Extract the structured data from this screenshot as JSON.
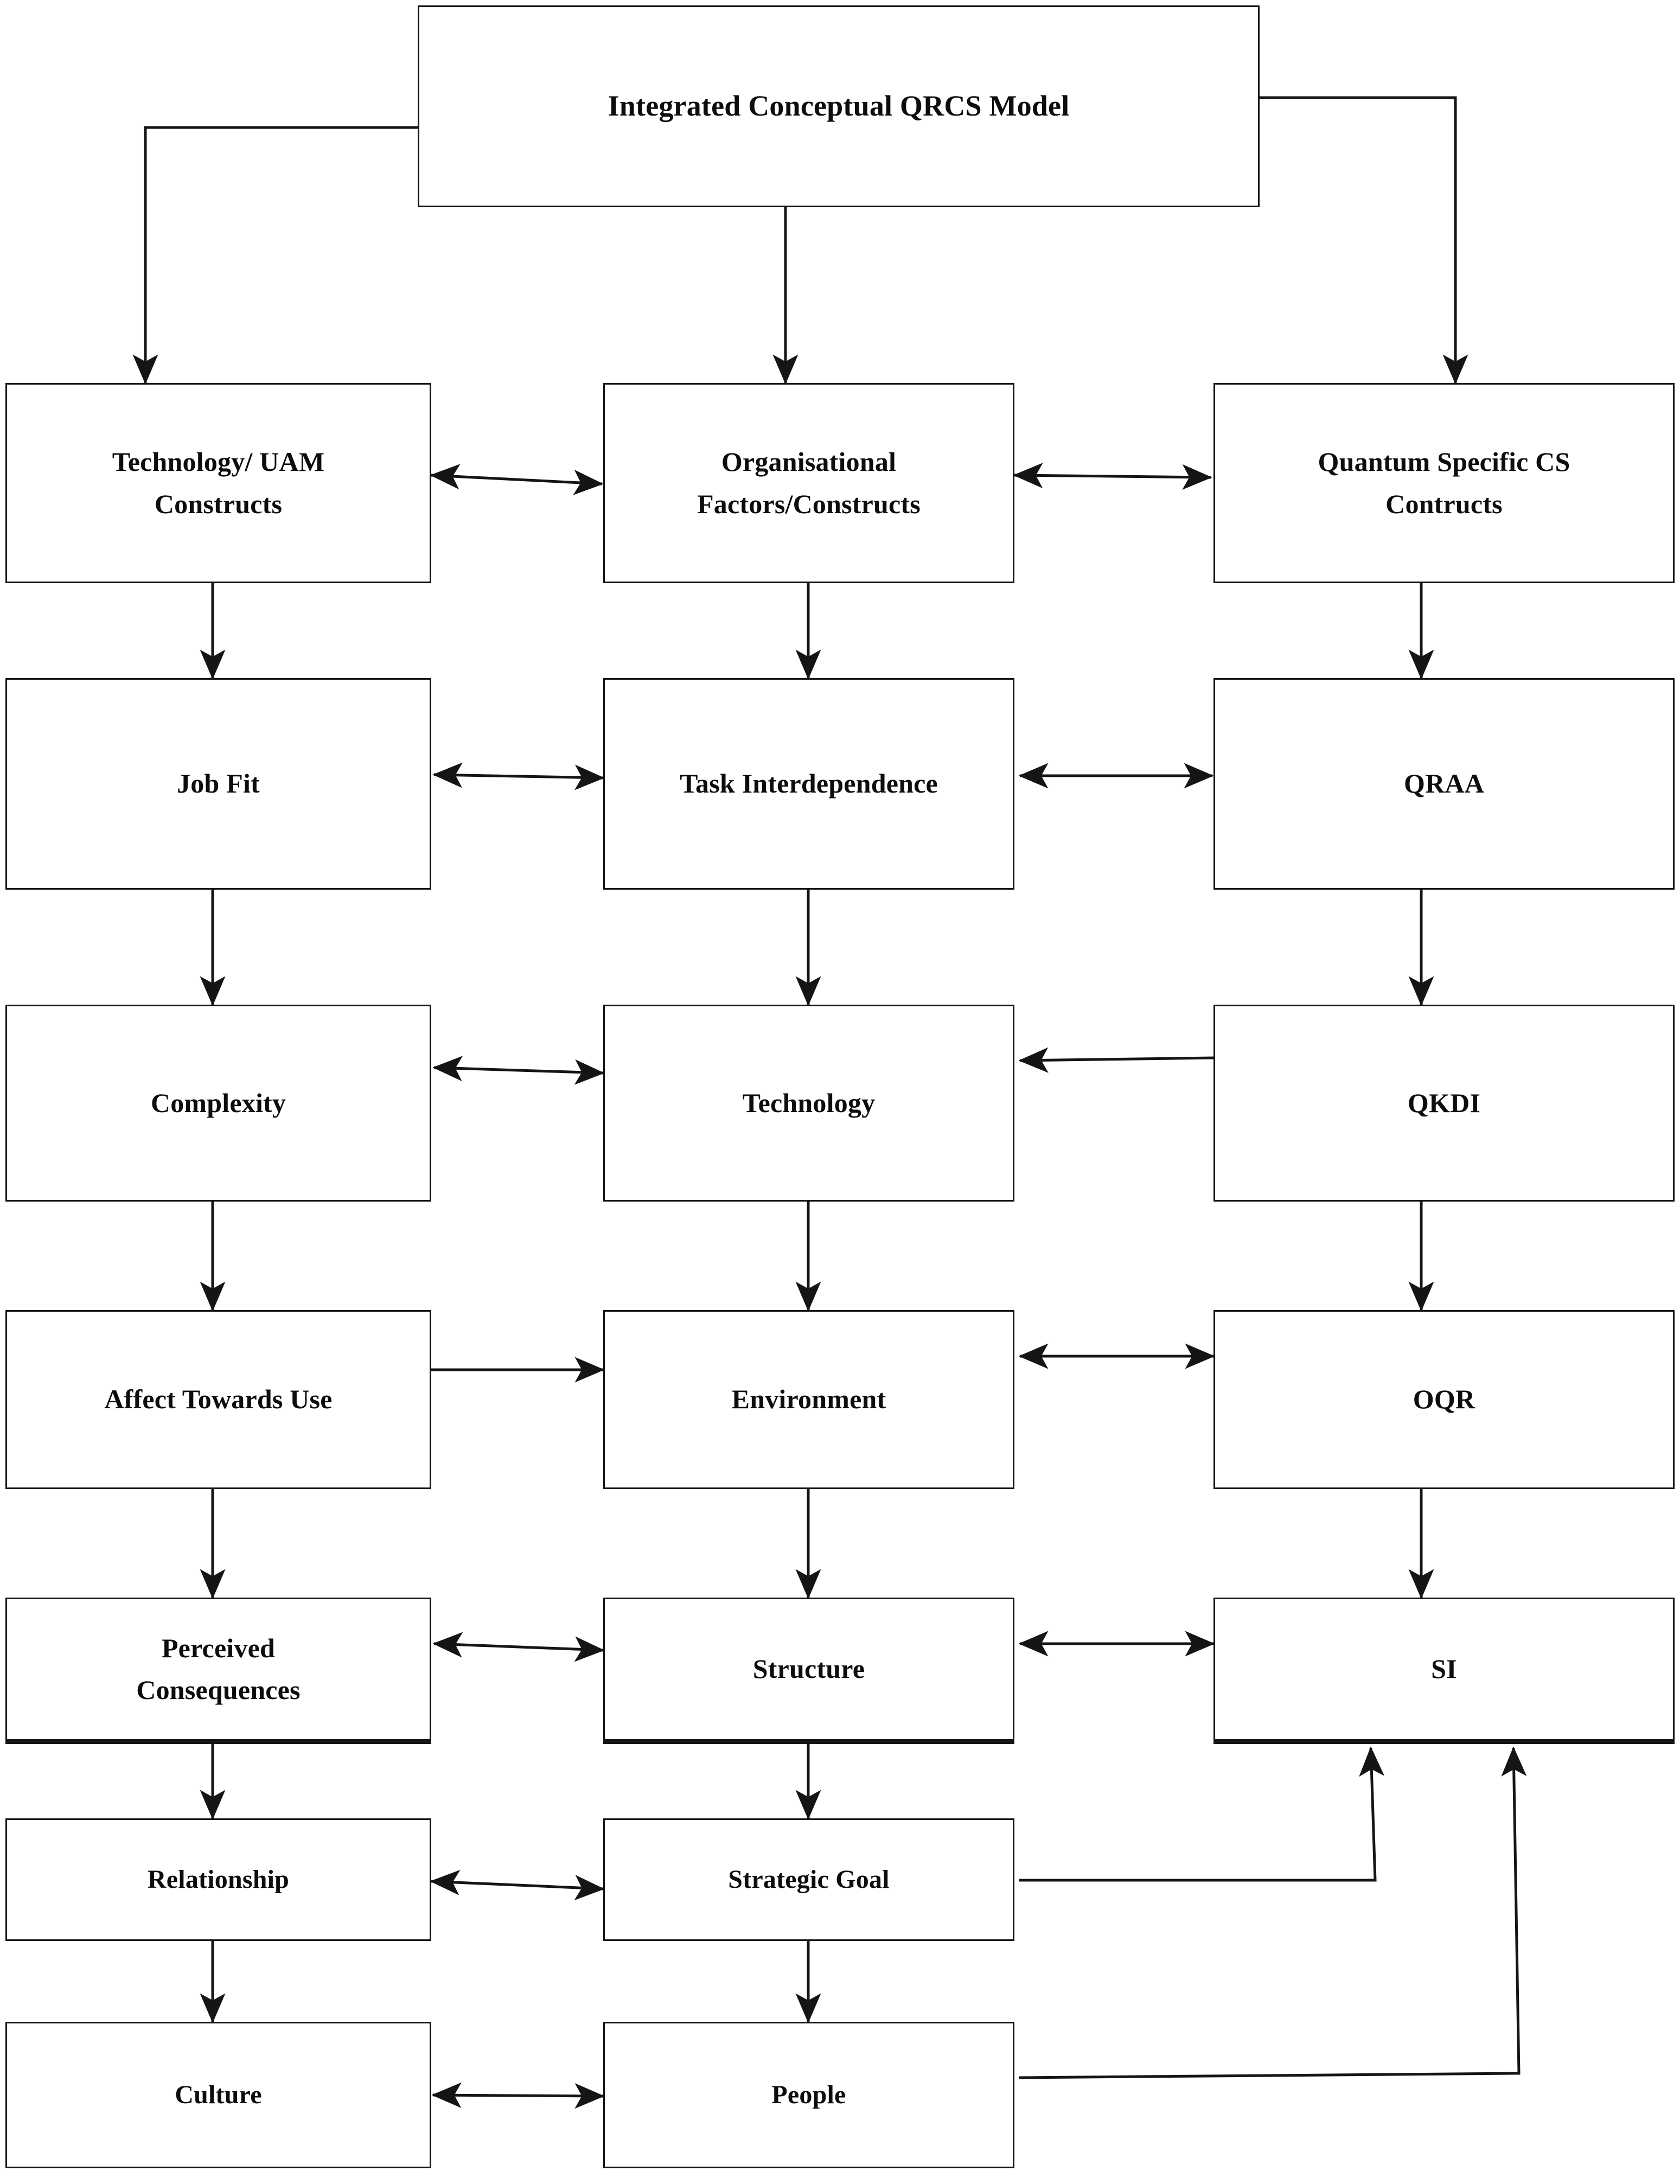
{
  "diagram": {
    "title_box": {
      "label": "Integrated Conceptual QRCS Model"
    },
    "columns": [
      {
        "name": "technology-uam",
        "header": "Technology/ UAM Constructs"
      },
      {
        "name": "organisational",
        "header": "Organisational Factors/Constructs"
      },
      {
        "name": "quantum-specific",
        "header": "Quantum Specific CS Contructs"
      }
    ],
    "nodes": {
      "root": "Integrated Conceptual QRCS Model",
      "r1c1": "Technology/ UAM Constructs",
      "r1c1_line1": "Technology/ UAM",
      "r1c1_line2": "Constructs",
      "r1c2": "Organisational Factors/Constructs",
      "r1c2_line1": "Organisational",
      "r1c2_line2": "Factors/Constructs",
      "r1c3": "Quantum Specific CS Contructs",
      "r1c3_line1": "Quantum Specific CS",
      "r1c3_line2": "Contructs",
      "r2c1": "Job Fit",
      "r2c2": "Task Interdependence",
      "r2c3": "QRAA",
      "r3c1": "Complexity",
      "r3c2": "Technology",
      "r3c3": "QKDI",
      "r4c1": "Affect Towards Use",
      "r4c2": "Environment",
      "r4c3": "OQR",
      "r5c1": "Perceived Consequences",
      "r5c1_line1": "Perceived",
      "r5c1_line2": "Consequences",
      "r5c2": "Structure",
      "r5c3": "SI",
      "r6c1": "Relationship",
      "r6c2": "Strategic Goal",
      "r7c1": "Culture",
      "r7c2": "People"
    },
    "edges": [
      {
        "from": "Integrated Conceptual QRCS Model",
        "to": "Technology/ UAM Constructs",
        "type": "elbow-down-left",
        "direction": "one-way"
      },
      {
        "from": "Integrated Conceptual QRCS Model",
        "to": "Organisational Factors/Constructs",
        "type": "vertical",
        "direction": "one-way"
      },
      {
        "from": "Integrated Conceptual QRCS Model",
        "to": "Quantum Specific CS Contructs",
        "type": "elbow-down-right",
        "direction": "one-way"
      },
      {
        "from": "Technology/ UAM Constructs",
        "to": "Organisational Factors/Constructs",
        "type": "horizontal",
        "direction": "two-way"
      },
      {
        "from": "Organisational Factors/Constructs",
        "to": "Quantum Specific CS Contructs",
        "type": "horizontal",
        "direction": "two-way"
      },
      {
        "from": "Technology/ UAM Constructs",
        "to": "Job Fit",
        "type": "vertical",
        "direction": "one-way"
      },
      {
        "from": "Organisational Factors/Constructs",
        "to": "Task Interdependence",
        "type": "vertical",
        "direction": "one-way"
      },
      {
        "from": "Quantum Specific CS Contructs",
        "to": "QRAA",
        "type": "vertical",
        "direction": "one-way"
      },
      {
        "from": "Job Fit",
        "to": "Task Interdependence",
        "type": "horizontal",
        "direction": "two-way"
      },
      {
        "from": "QRAA",
        "to": "Task Interdependence",
        "type": "horizontal",
        "direction": "two-way"
      },
      {
        "from": "Job Fit",
        "to": "Complexity",
        "type": "vertical",
        "direction": "one-way"
      },
      {
        "from": "Task Interdependence",
        "to": "Technology",
        "type": "vertical",
        "direction": "one-way"
      },
      {
        "from": "QRAA",
        "to": "QKDI",
        "type": "vertical",
        "direction": "one-way"
      },
      {
        "from": "Complexity",
        "to": "Technology",
        "type": "horizontal",
        "direction": "two-way"
      },
      {
        "from": "QKDI",
        "to": "Technology",
        "type": "horizontal",
        "direction": "one-way-left"
      },
      {
        "from": "Complexity",
        "to": "Affect Towards Use",
        "type": "vertical",
        "direction": "one-way"
      },
      {
        "from": "Technology",
        "to": "Environment",
        "type": "vertical",
        "direction": "one-way"
      },
      {
        "from": "QKDI",
        "to": "OQR",
        "type": "vertical",
        "direction": "one-way"
      },
      {
        "from": "Affect Towards Use",
        "to": "Environment",
        "type": "horizontal",
        "direction": "one-way-right"
      },
      {
        "from": "Environment",
        "to": "OQR",
        "type": "horizontal",
        "direction": "two-way"
      },
      {
        "from": "Affect Towards Use",
        "to": "Perceived Consequences",
        "type": "vertical",
        "direction": "one-way"
      },
      {
        "from": "Environment",
        "to": "Structure",
        "type": "vertical",
        "direction": "one-way"
      },
      {
        "from": "OQR",
        "to": "SI",
        "type": "vertical",
        "direction": "one-way"
      },
      {
        "from": "Perceived Consequences",
        "to": "Structure",
        "type": "horizontal",
        "direction": "two-way"
      },
      {
        "from": "Structure",
        "to": "SI",
        "type": "horizontal",
        "direction": "two-way"
      },
      {
        "from": "Perceived Consequences",
        "to": "Relationship",
        "type": "vertical",
        "direction": "one-way"
      },
      {
        "from": "Structure",
        "to": "Strategic Goal",
        "type": "vertical",
        "direction": "one-way"
      },
      {
        "from": "Relationship",
        "to": "Strategic Goal",
        "type": "horizontal",
        "direction": "two-way"
      },
      {
        "from": "SI",
        "to": "Strategic Goal",
        "type": "elbow-feedback",
        "direction": "one-way"
      },
      {
        "from": "Relationship",
        "to": "Culture",
        "type": "vertical",
        "direction": "one-way"
      },
      {
        "from": "Strategic Goal",
        "to": "People",
        "type": "vertical",
        "direction": "one-way"
      },
      {
        "from": "Culture",
        "to": "People",
        "type": "horizontal",
        "direction": "two-way"
      },
      {
        "from": "SI",
        "to": "People",
        "type": "elbow-feedback",
        "direction": "one-way"
      }
    ],
    "colors": {
      "stroke": "#151515",
      "text": "#0d0d0d",
      "background": "#ffffff"
    }
  }
}
